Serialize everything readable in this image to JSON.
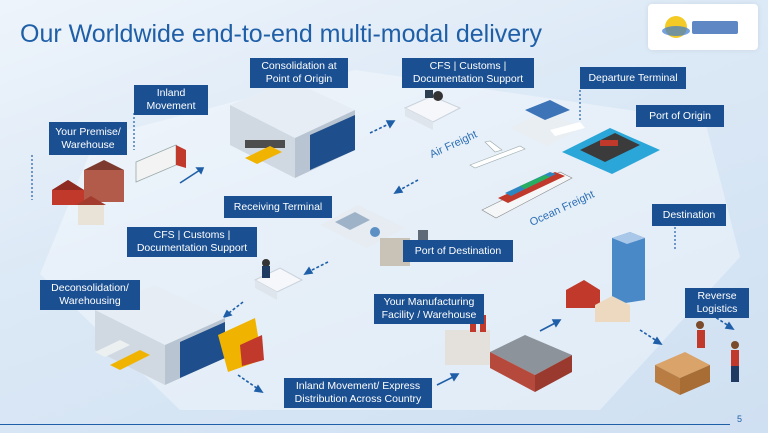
{
  "title": "Our Worldwide end-to-end multi-modal delivery",
  "page_number": "5",
  "labels": {
    "your_premise": "Your Premise/ Warehouse",
    "inland_movement": "Inland Movement",
    "consolidation": "Consolidation at Point of Origin",
    "cfs_origin": "CFS | Customs | Documentation Support",
    "departure_terminal": "Departure Terminal",
    "port_of_origin": "Port of Origin",
    "receiving_terminal": "Receiving Terminal",
    "cfs_destination": "CFS | Customs | Documentation Support",
    "port_of_destination": "Port of Destination",
    "destination": "Destination",
    "deconsolidation": "Deconsolidation/ Warehousing",
    "manufacturing": "Your Manufacturing Facility / Warehouse",
    "reverse_logistics": "Reverse Logistics",
    "inland_express": "Inland Movement/ Express Distribution Across Country"
  },
  "freight": {
    "air": "Air Freight",
    "ocean": "Ocean Freight"
  },
  "colors": {
    "label_bg": "#1a4f92",
    "title": "#1f5fa8",
    "arrow": "#1f5fa8"
  }
}
